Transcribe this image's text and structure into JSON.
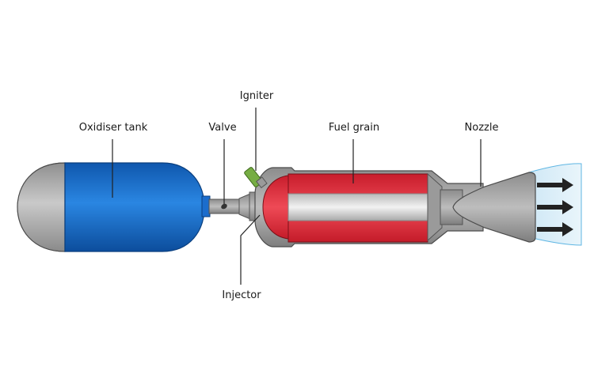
{
  "diagram": {
    "title": "",
    "labels": {
      "oxidiser_tank": "Oxidiser tank",
      "valve": "Valve",
      "igniter": "Igniter",
      "fuel_grain": "Fuel grain",
      "nozzle": "Nozzle",
      "injector": "Injector"
    },
    "colors": {
      "tank_body": "#1a6fd0",
      "tank_cap": "#a9a9a9",
      "fuel_grain": "#e0303e",
      "fuel_core": "#d6d6d6",
      "casing": "#a7a7a7",
      "igniter": "#7fb04a",
      "exhaust": "#d8ecf7",
      "arrow": "#222222"
    },
    "exhaust_arrows": 3
  }
}
